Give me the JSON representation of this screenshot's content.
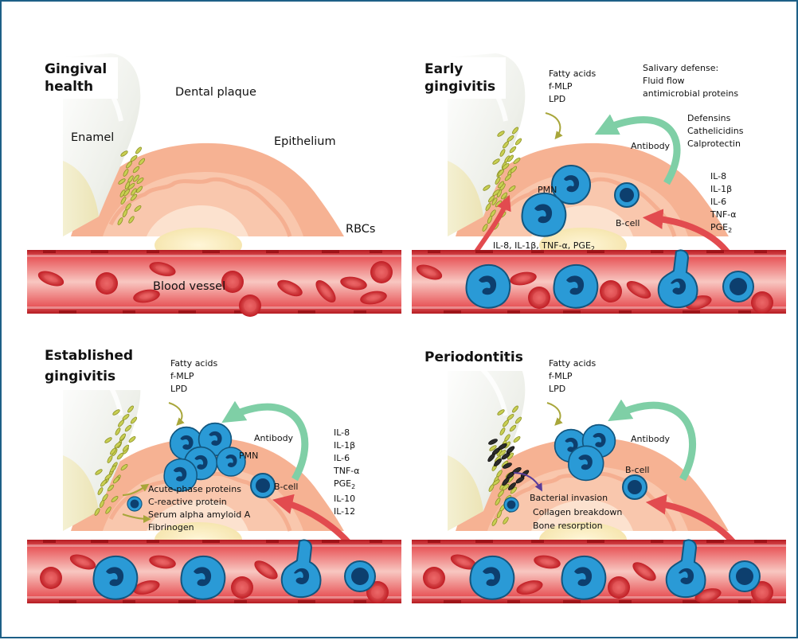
{
  "panels": {
    "health": {
      "title_line1": "Gingival",
      "title_line2": "health",
      "label_plaque": "Dental plaque",
      "label_enamel": "Enamel",
      "label_epithelium": "Epithelium",
      "label_rbcs": "RBCs",
      "label_vessel": "Blood vessel"
    },
    "early": {
      "title_line1": "Early",
      "title_line2": "gingivitis",
      "bact_lines": [
        "Fatty acids",
        "f-MLP",
        "LPD"
      ],
      "saliva_lines": [
        "Salivary defense:",
        "Fluid flow",
        "antimicrobial proteins"
      ],
      "defense_lines": [
        "Defensins",
        "Cathelicidins",
        "Calprotectin"
      ],
      "antibody": "Antibody",
      "pmn": "PMN",
      "bcell": "B-cell",
      "cytokine_lines": [
        "IL-8",
        "IL-1β",
        "IL-6",
        "TNF-α"
      ],
      "pge_base": "PGE",
      "pge_sub": "2",
      "inline_cytokines": "IL-8, IL-1β, TNF-α, PGE",
      "inline_sub": "2"
    },
    "established": {
      "title_line1": "Established",
      "title_line2": "gingivitis",
      "bact_lines": [
        "Fatty acids",
        "f-MLP",
        "LPD"
      ],
      "antibody": "Antibody",
      "pmn": "PMN",
      "bcell": "B-cell",
      "cytokines_a": [
        "IL-8",
        "IL-1β",
        "IL-6",
        "TNF-α"
      ],
      "pge_base": "PGE",
      "pge_sub": "2",
      "cytokines_b": [
        "IL-10",
        "IL-12"
      ],
      "acute_lines": [
        "Acute-phase proteins",
        "C-reactive protein",
        "Serum alpha amyloid A",
        "Fibrinogen"
      ]
    },
    "perio": {
      "title": "Periodontitis",
      "bact_lines": [
        "Fatty acids",
        "f-MLP",
        "LPD"
      ],
      "antibody": "Antibody",
      "bcell": "B-cell",
      "effects": [
        "Bacterial invasion",
        "Collagen breakdown",
        "Bone resorption"
      ]
    }
  },
  "colors": {
    "frame": "#1d5f86",
    "tissue": "#f6b293",
    "vessel": "#c4282c",
    "leukocyte": "#2a9ad6",
    "antibody_arrow": "#7fcfa6",
    "cytokine_arrow": "#e24b4f"
  }
}
